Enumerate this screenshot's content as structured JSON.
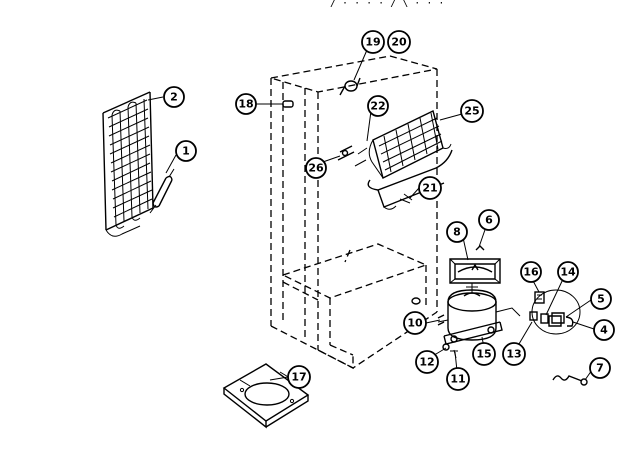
{
  "header_fragment": "/   ·   ·   ·   ·  / \\  ·   · ·",
  "callouts": {
    "c1": "1",
    "c2": "2",
    "c4": "4",
    "c5": "5",
    "c6": "6",
    "c7": "7",
    "c8": "8",
    "c10": "10",
    "c11": "11",
    "c12": "12",
    "c13": "13",
    "c14": "14",
    "c15": "15",
    "c16": "16",
    "c17": "17",
    "c18": "18",
    "c19": "19",
    "c20": "20",
    "c21": "21",
    "c22": "22",
    "c25": "25",
    "c26": "26"
  }
}
